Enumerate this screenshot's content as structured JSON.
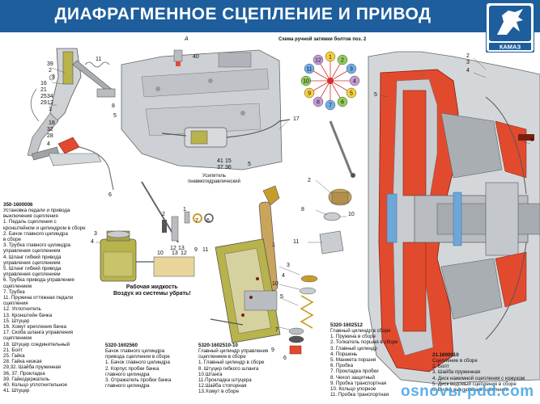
{
  "title": "ДИАФРАГМЕННОЕ СЦЕПЛЕНИЕ И ПРИВОД",
  "logo": {
    "brand": "КАМАЗ"
  },
  "callout_a": "A",
  "scheme_title": "Схема ручной затяжки болтов поз. 2",
  "scheme_numbers": [
    "1",
    "2",
    "3",
    "4",
    "5",
    "6",
    "7",
    "8",
    "9",
    "10",
    "11",
    "12"
  ],
  "booster_label": "Усилитель\nпневмогидравлический",
  "fluid_note": "Рабочая жидкость\nВоздух из системы убрать!",
  "watermark": "osnovы-pdd.com",
  "legend_main": {
    "code": "350-1600006",
    "text": "Установка педали и привода\nвыключения сцепления\n1. Педаль сцепления с\nкронштейном и цилиндром в сборе\n2. Бачок главного цилиндра\nв сборе\n3. Трубка главного цилиндра\nуправления сцеплением\n4. Шланг гибкий привода\nуправления сцеплением\n5. Шланг гибкий привода\nуправления сцеплением\n6. Трубка привода управления\nсцеплением\n7. Трубка\n11. Пружина оттяжная педали\nсцепления\n12. Уплотнитель\n13. Кронштейн бачка\n15. Штуцер\n16. Хомут крепления бачка\n17. Скоба шланга управления\nсцеплением\n18. Штуцер соединительный\n21. Болт\n25. Гайка\n28. Гайка низкая\n29,32. Шайба пружинная\n36, 37. Прокладка\n39. Гайкодержатель\n40. Кольцо уплотнительное\n41. Штуцер"
  },
  "legend_tank": {
    "code": "5320-1602560",
    "text": "Бачок главного цилиндра\nпривода сцепления в сборе\n1. Бачок главного цилиндра\n2. Корпус пробки бачка\nглавного цилиндра\n3. Отражатель пробки бачка\nглавного цилиндра"
  },
  "legend_main_cyl": {
    "code": "5320-1602510-10",
    "text": "Главный цилиндр управления\nсцеплением в сборе\n1. Главный цилиндр в сборе\n8. Штуцер гибкого шланга\n10.Штанга\n11.Прокладка штуцера\n12.Шайба стопорная\n13.Хомут в сборе"
  },
  "legend_cyl_assy": {
    "code": "5320-1602512",
    "text": "Главный цилиндр в сборе\n1. Пружина в сборе\n2. Толкатель поршня в сборе\n3. Главный цилиндр\n4. Поршень\n5. Манжета поршня\n6. Пробка\n7. Прокладка пробки\n8. Чехол защитный\n9. Пробка транспортная\n10. Кольцо упорное\n11. Пробка транспортная"
  },
  "legend_clutch": {
    "code": "21.1600010",
    "text": "Сцепление в сборе\n2. Болт\n3. Шайба пружинная\n4. Диск нажимной сцепления с кожухом\n5. Диск ведомый сцепления в сборе\n6. Вилка выключения сцепления"
  },
  "callouts": {
    "pedal": [
      "39",
      "2",
      "16",
      "21",
      "25",
      "29",
      "34",
      "12",
      "1",
      "18",
      "32",
      "28",
      "4",
      "3",
      "11",
      "6",
      "8",
      "5"
    ],
    "gearbox": [
      "40",
      "17",
      "41",
      "37",
      "15",
      "36",
      "5",
      "10"
    ],
    "tank": [
      "4",
      "3",
      "2",
      "1",
      "10",
      "13",
      "12",
      "9",
      "11",
      "7",
      "6"
    ],
    "cylinder": [
      "1",
      "2",
      "3",
      "4",
      "5",
      "6",
      "7",
      "8",
      "9",
      "10",
      "11",
      "12",
      "13"
    ],
    "clutch": [
      "2",
      "3",
      "4",
      "5",
      "6"
    ]
  },
  "colors": {
    "header": "#1e5e9c",
    "cutaway": "#e24a2e",
    "metal": "#b9bcc0",
    "olive": "#b8b34a",
    "spring": "#c9a45c",
    "watermark": "#4ca8e6"
  }
}
